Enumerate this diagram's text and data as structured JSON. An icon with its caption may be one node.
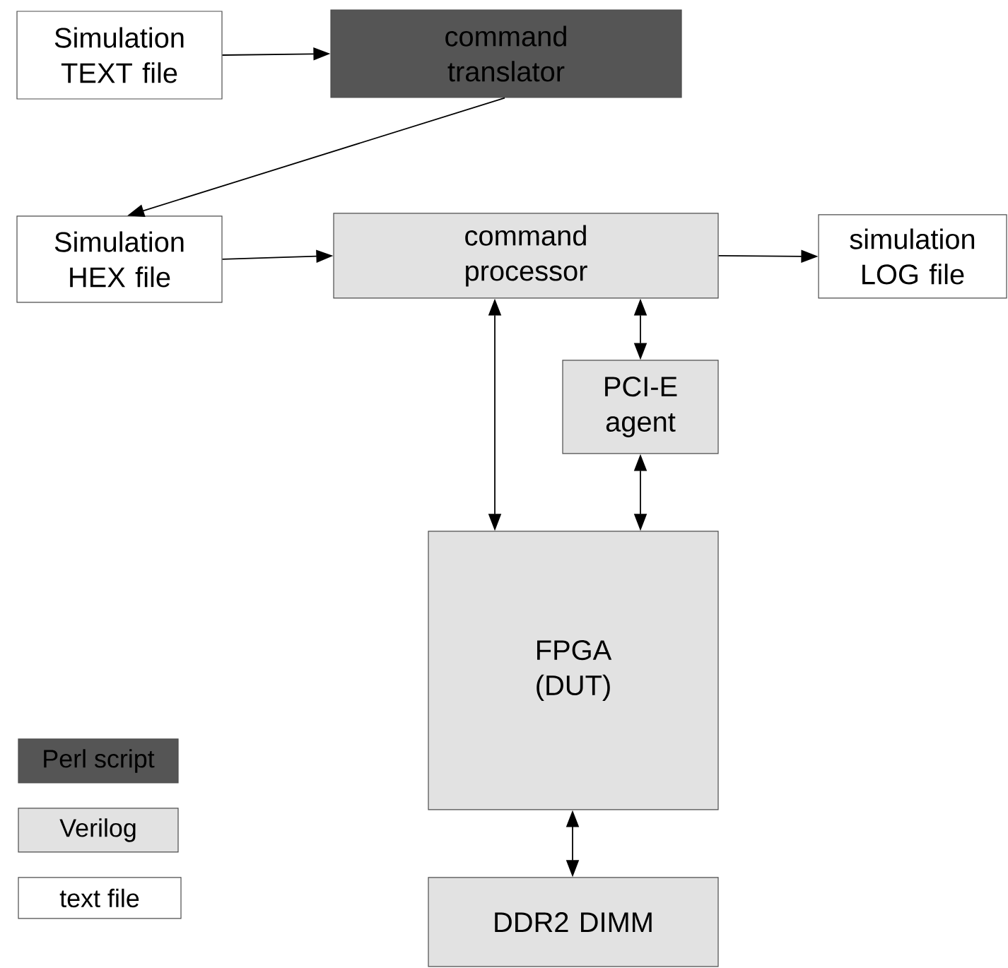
{
  "diagram": {
    "nodes": [
      {
        "text": [
          "Simulation TEXT file"
        ]
      },
      {
        "text": [
          "command translator"
        ]
      },
      {
        "text": [
          "Simulation HEX file"
        ]
      },
      {
        "text": [
          "command processor"
        ]
      },
      {
        "text": [
          "simulation LOG file"
        ]
      },
      {
        "text": [
          "PCI-E agent"
        ]
      },
      {
        "text": [
          "FPGA (DUT)"
        ]
      },
      {
        "text": [
          "DDR2 DIMM"
        ]
      }
    ],
    "edges": [
      {
        "from": 0,
        "to": 1,
        "arrow": "to"
      },
      {
        "from": 1,
        "to": 2,
        "arrow": "to"
      },
      {
        "from": 2,
        "to": 3,
        "arrow": "to"
      },
      {
        "from": 3,
        "to": 4,
        "arrow": "to"
      },
      {
        "from": 3,
        "to": 6,
        "arrow": "both"
      },
      {
        "from": 3,
        "to": 5,
        "arrow": "both"
      },
      {
        "from": 5,
        "to": 6,
        "arrow": "both"
      },
      {
        "from": 6,
        "to": 7,
        "arrow": "both"
      }
    ],
    "legend": [
      {
        "text": "Perl script",
        "color": "#555555"
      },
      {
        "text": "Verilog",
        "color": "#e2e2e2"
      },
      {
        "text": "text file"
      }
    ]
  }
}
